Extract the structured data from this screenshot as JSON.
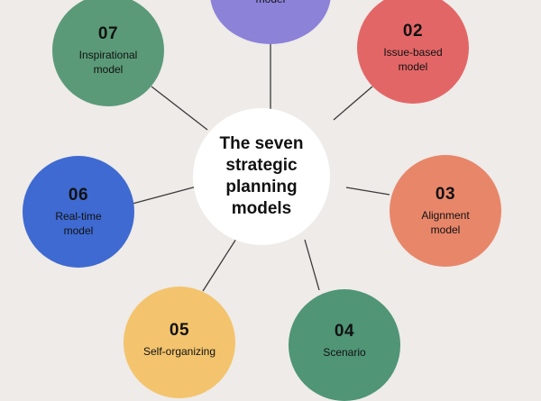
{
  "center": {
    "lines": [
      "The seven",
      "strategic",
      "planning",
      "models"
    ]
  },
  "models": [
    {
      "number": "",
      "label": "model",
      "color": "#8c82d8"
    },
    {
      "number": "02",
      "label_lines": [
        "Issue-based",
        "model"
      ],
      "color": "#e36667"
    },
    {
      "number": "03",
      "label_lines": [
        "Alignment",
        "model"
      ],
      "color": "#e8866a"
    },
    {
      "number": "04",
      "label_lines": [
        "Scenario"
      ],
      "color": "#4f9576"
    },
    {
      "number": "05",
      "label_lines": [
        "Self-organizing"
      ],
      "color": "#f3c46d"
    },
    {
      "number": "06",
      "label_lines": [
        "Real-time",
        "model"
      ],
      "color": "#3f6ad1"
    },
    {
      "number": "07",
      "label_lines": [
        "Inspirational",
        "model"
      ],
      "color": "#5b9a78"
    }
  ]
}
